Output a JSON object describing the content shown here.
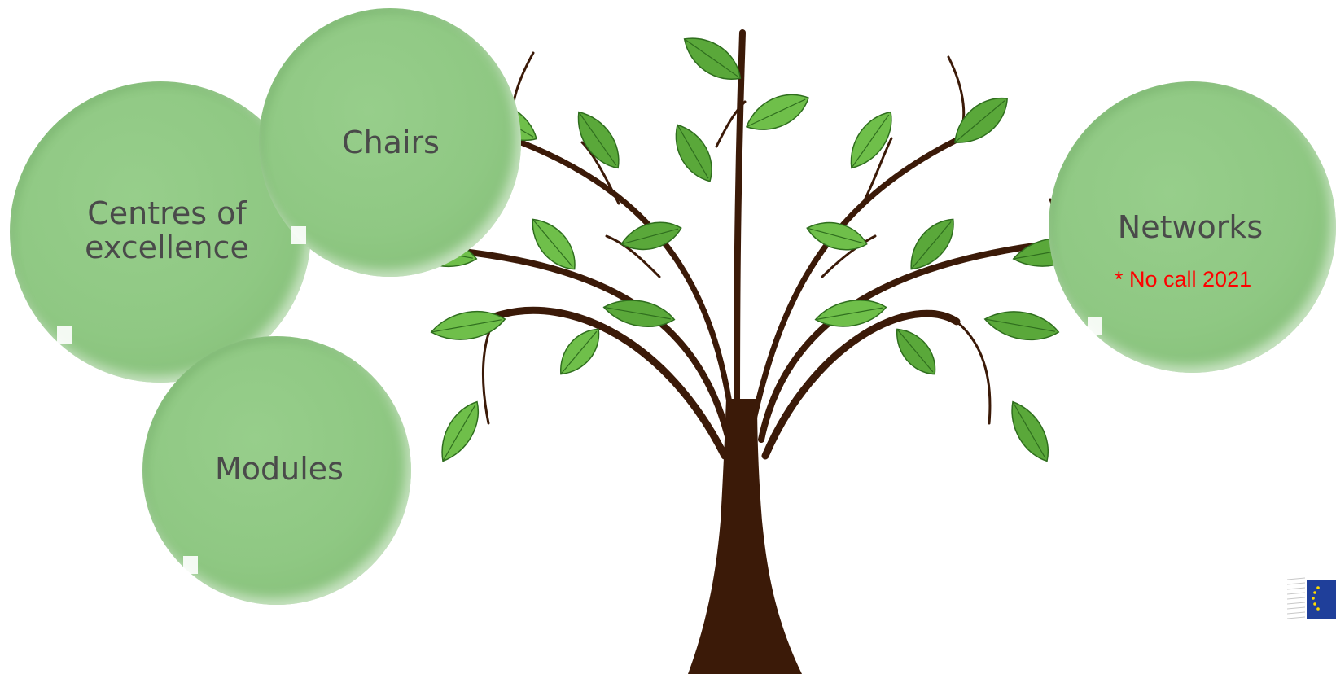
{
  "bubbles": {
    "centres": {
      "label_line1": "Centres of",
      "label_line2": "excellence"
    },
    "chairs": {
      "label": "Chairs"
    },
    "modules": {
      "label": "Modules"
    },
    "networks": {
      "label": "Networks",
      "note": "* No call 2021"
    }
  },
  "colors": {
    "bubble_fill": "#8fc883",
    "trunk": "#3b1a08",
    "leaf": "#5aa83a",
    "leaf_light": "#6fbf4a",
    "label_text": "#4a4a4a",
    "note_text": "#ff0000"
  },
  "logo": {
    "icon": "eu-flag-icon"
  }
}
